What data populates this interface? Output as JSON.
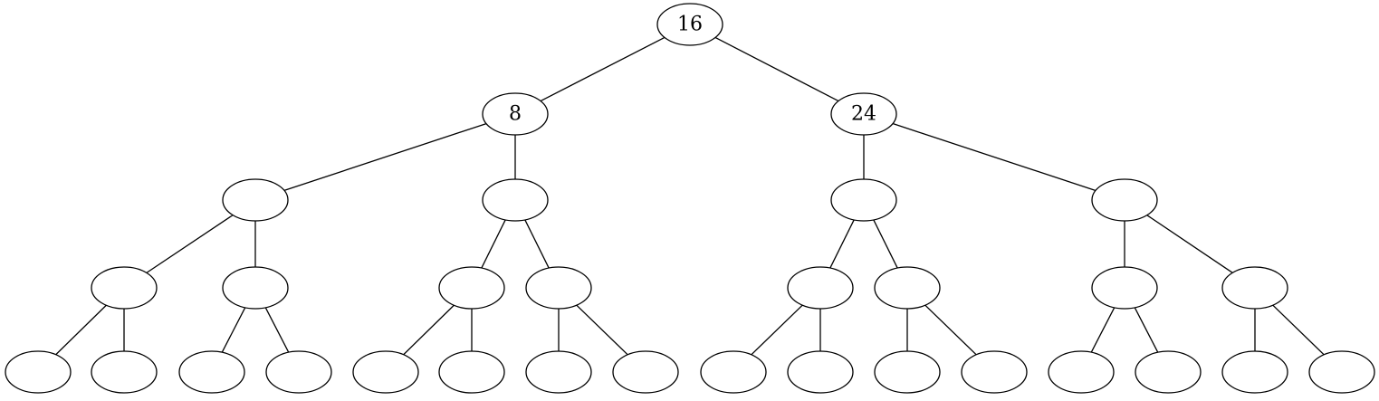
{
  "diagram": {
    "type": "binary-tree",
    "depth": 5,
    "node_labels": {
      "root": "16",
      "left": "8",
      "right": "24"
    },
    "colors": {
      "stroke": "#000000",
      "fill": "#ffffff"
    }
  }
}
